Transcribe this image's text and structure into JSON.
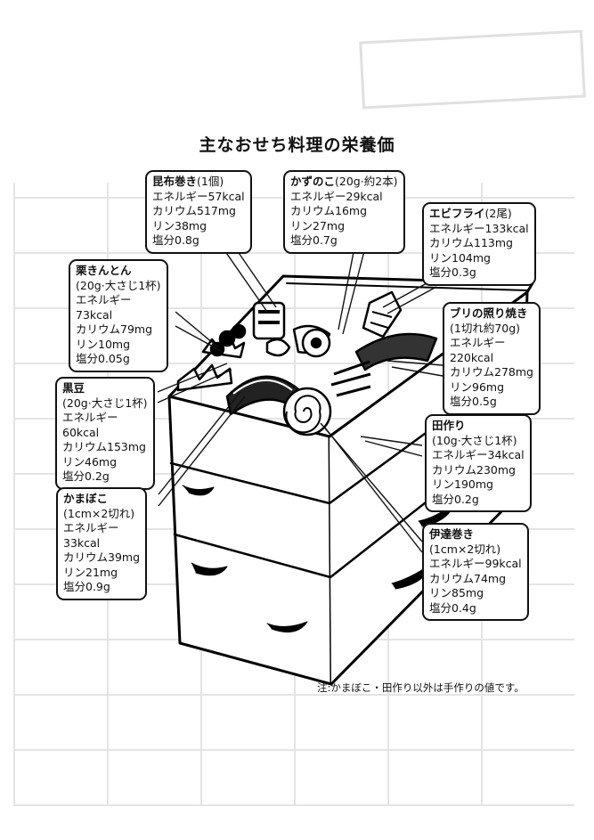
{
  "title": "主なおせち料理の栄養価",
  "note": "注:かまぼこ・田作り以外は手作りの値です。",
  "callouts": {
    "konbu": {
      "name": "昆布巻き",
      "portion": "(1個)",
      "lines": [
        "エネルギー57kcal",
        "カリウム517mg",
        "リン38mg",
        "塩分0.8g"
      ]
    },
    "kazunoko": {
      "name": "かずのこ",
      "portion": "(20g·約2本)",
      "lines": [
        "エネルギー29kcal",
        "カリウム16mg",
        "リン27mg",
        "塩分0.7g"
      ]
    },
    "ebi": {
      "name": "エビフライ",
      "portion": "(2尾)",
      "lines": [
        "エネルギー133kcal",
        "カリウム113mg",
        "リン104mg",
        "塩分0.3g"
      ]
    },
    "kuri": {
      "name": "栗きんとん",
      "portion": "(20g·大さじ1杯)",
      "lines": [
        "エネルギー",
        "73kcal",
        "カリウム79mg",
        "リン10mg",
        "塩分0.05g"
      ]
    },
    "buri": {
      "name": "ブリの照り焼き",
      "portion": "(1切れ約70g)",
      "lines": [
        "エネルギー",
        "220kcal",
        "カリウム278mg",
        "リン96mg",
        "塩分0.5g"
      ]
    },
    "kuromame": {
      "name": "黒豆",
      "portion": "(20g·大さじ1杯)",
      "lines": [
        "エネルギー",
        "60kcal",
        "カリウム153mg",
        "リン46mg",
        "塩分0.2g"
      ]
    },
    "tazukuri": {
      "name": "田作り",
      "portion": "(10g·大さじ1杯)",
      "lines": [
        "エネルギー34kcal",
        "カリウム230mg",
        "リン190mg",
        "塩分0.2g"
      ]
    },
    "kamaboko": {
      "name": "かまぼこ",
      "portion": "(1cm×2切れ)",
      "lines": [
        "エネルギー",
        "33kcal",
        "カリウム39mg",
        "リン21mg",
        "塩分0.9g"
      ]
    },
    "datemaki": {
      "name": "伊達巻き",
      "portion": "(1cm×2切れ)",
      "lines": [
        "エネルギー99kcal",
        "カリウム74mg",
        "リン85mg",
        "塩分0.4g"
      ]
    }
  }
}
